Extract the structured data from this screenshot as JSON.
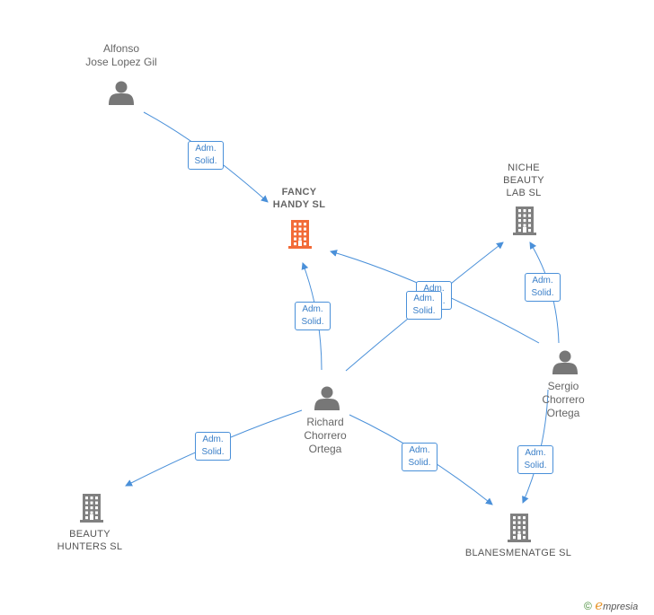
{
  "nodes": {
    "alfonso": {
      "lines": [
        "Alfonso",
        "Jose Lopez Gil"
      ]
    },
    "fancy": {
      "lines": [
        "FANCY",
        "HANDY  SL"
      ]
    },
    "niche": {
      "lines": [
        "NICHE",
        "BEAUTY",
        "LAB  SL"
      ]
    },
    "richard": {
      "lines": [
        "Richard",
        "Chorrero",
        "Ortega"
      ]
    },
    "sergio": {
      "lines": [
        "Sergio",
        "Chorrero",
        "Ortega"
      ]
    },
    "beauty_hunters": {
      "lines": [
        "BEAUTY",
        "HUNTERS  SL"
      ]
    },
    "blanesmenatge": {
      "lines": [
        "BLANESMENATGE SL"
      ]
    }
  },
  "edges": [
    {
      "from": "alfonso",
      "to": "fancy",
      "label": [
        "Adm.",
        "Solid."
      ]
    },
    {
      "from": "richard",
      "to": "fancy",
      "label": [
        "Adm.",
        "Solid."
      ]
    },
    {
      "from": "sergio",
      "to": "fancy",
      "label": [
        "Adm.",
        "Solid."
      ]
    },
    {
      "from": "richard",
      "to": "niche",
      "label": [
        "Adm.",
        "Solid."
      ]
    },
    {
      "from": "sergio",
      "to": "niche",
      "label": [
        "Adm.",
        "Solid."
      ]
    },
    {
      "from": "richard",
      "to": "beauty_hunters",
      "label": [
        "Adm.",
        "Solid."
      ]
    },
    {
      "from": "richard",
      "to": "blanesmenatge",
      "label": [
        "Adm.",
        "Solid."
      ]
    },
    {
      "from": "sergio",
      "to": "blanesmenatge",
      "label": [
        "Adm.",
        "Solid."
      ]
    }
  ],
  "colors": {
    "edge": "#4a90d9",
    "person_icon": "#777777",
    "company_icon": "#808080",
    "highlight_company_icon": "#f26b38"
  },
  "credit": {
    "symbol": "©",
    "e": "e",
    "brand": "mpresia"
  }
}
